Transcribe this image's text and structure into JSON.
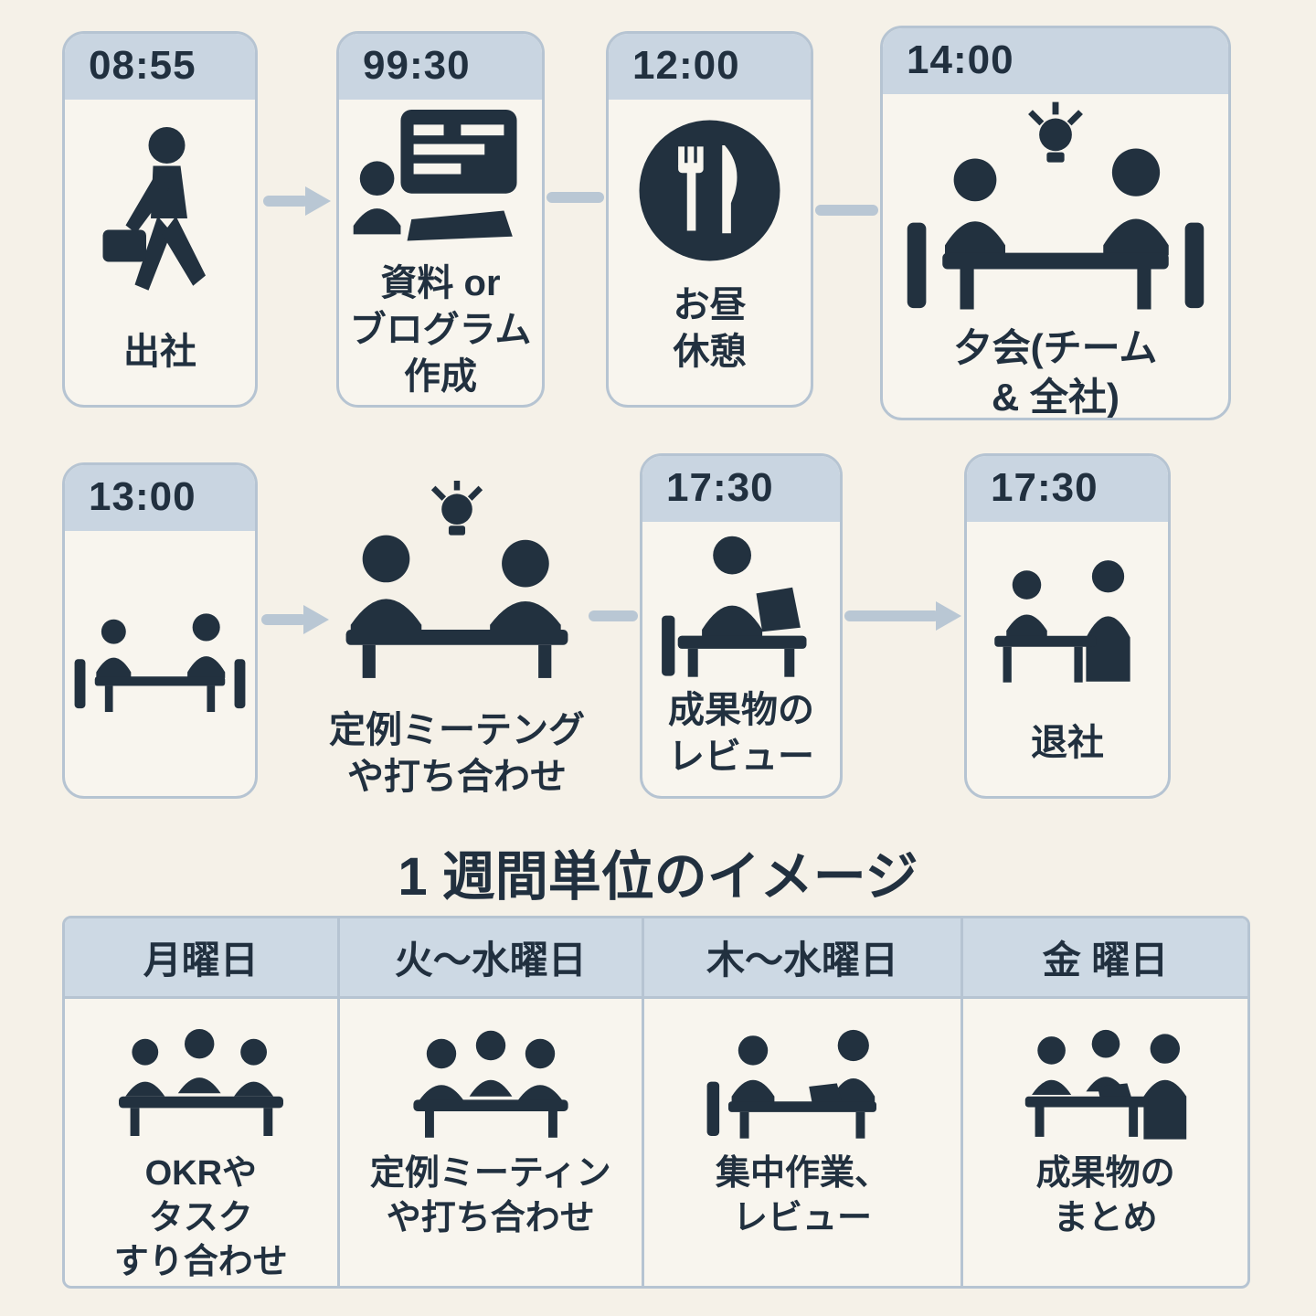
{
  "colors": {
    "background": "#f5f1e8",
    "card_background": "#f8f5ee",
    "card_border": "#b6c4d2",
    "header_band": "#c9d5e1",
    "ink": "#21303f",
    "arrow": "#b9c7d4"
  },
  "daily_flow": {
    "row1": [
      {
        "time": "08:55",
        "label": "出社",
        "icon": "walking-person-icon"
      },
      {
        "time": "99:30",
        "label": "資料 or\nブログラム\n作成",
        "icon": "presentation-icon"
      },
      {
        "time": "12:00",
        "label": "お昼\n休憩",
        "icon": "lunch-icon"
      },
      {
        "time": "14:00",
        "label": "夕会(チーム\n& 全社)",
        "icon": "team-meeting-idea-icon"
      }
    ],
    "row2": [
      {
        "time": "13:00",
        "label": "",
        "icon": "two-people-table-icon"
      },
      {
        "time": "",
        "label": "定例ミーテング\nや打ち合わせ",
        "icon": "discussion-idea-icon"
      },
      {
        "time": "17:30",
        "label": "成果物の\nレビュー",
        "icon": "laptop-work-icon"
      },
      {
        "time": "17:30",
        "label": "退社",
        "icon": "two-people-desk-icon"
      }
    ]
  },
  "weekly": {
    "title": "1 週間単位のイメージ",
    "columns": [
      {
        "day": "月曜日",
        "label": "OKRや\nタスク\nすり合わせ",
        "icon": "group-meeting-icon"
      },
      {
        "day": "火〜水曜日",
        "label": "定例ミーティン\nや打ち合わせ",
        "icon": "group-discussion-icon"
      },
      {
        "day": "木〜水曜日",
        "label": "集中作業、\nレビュー",
        "icon": "focus-work-icon"
      },
      {
        "day": "金 曜日",
        "label": "成果物の\nまとめ",
        "icon": "deliverable-wrapup-icon"
      }
    ]
  }
}
